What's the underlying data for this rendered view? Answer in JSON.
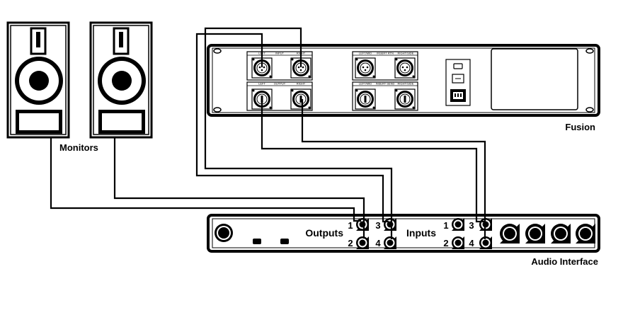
{
  "devices": {
    "monitors": {
      "label": "Monitors"
    },
    "fusion": {
      "label": "Fusion",
      "groups": {
        "input": {
          "title": "INPUT",
          "left": "LEFT",
          "right": "RIGHT"
        },
        "output": {
          "title": "OUTPUT",
          "left": "LEFT",
          "right": "RIGHT"
        },
        "insert_rtn": {
          "title": "INSERT RTN",
          "left": "LEFT/MID",
          "right": "RIGHT/SIDE"
        },
        "insert_send": {
          "title": "INSERT SEND",
          "left": "LEFT/MID",
          "right": "RIGHT/SIDE"
        }
      }
    },
    "audio_interface": {
      "label": "Audio Interface",
      "outputs_label": "Outputs",
      "inputs_label": "Inputs",
      "output_numbers": [
        "1",
        "2",
        "3",
        "4"
      ],
      "input_numbers": [
        "1",
        "2",
        "3",
        "4"
      ]
    }
  }
}
